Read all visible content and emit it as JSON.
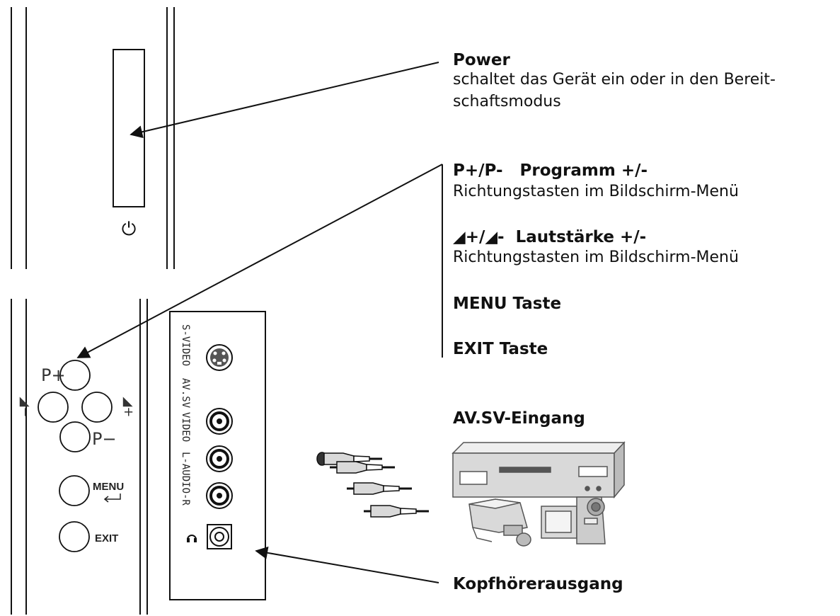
{
  "callouts": {
    "power": {
      "title": "Power",
      "desc_line1": "schaltet das Gerät ein oder in den Bereit-",
      "desc_line2": "schaftsmodus"
    },
    "program": {
      "title": "P+/P-   Programm +/-",
      "desc": "Richtungstasten im Bildschirm-Menü"
    },
    "volume": {
      "title": "◢+/◢-  Lautstärke +/-",
      "desc": "Richtungstasten im Bildschirm-Menü"
    },
    "menu": {
      "title": "MENU Taste"
    },
    "exit": {
      "title": "EXIT Taste"
    },
    "av_input": {
      "title": "AV.SV-Eingang"
    },
    "headphone": {
      "title": "Kopfhörerausgang"
    }
  },
  "panel_labels": {
    "p_plus": "P+",
    "p_minus": "P−",
    "menu": "MENU",
    "exit": "EXIT",
    "vol_plus": "◢+",
    "vol_minus": "◢−",
    "power_symbol": "⏻"
  },
  "connector_labels": {
    "s_video": "S-VIDEO",
    "av_sv": "AV.SV",
    "video": "VIDEO",
    "audio": "L-AUDIO-R"
  },
  "colors": {
    "ink": "#111111",
    "device_fill": "#d9d9d9"
  }
}
